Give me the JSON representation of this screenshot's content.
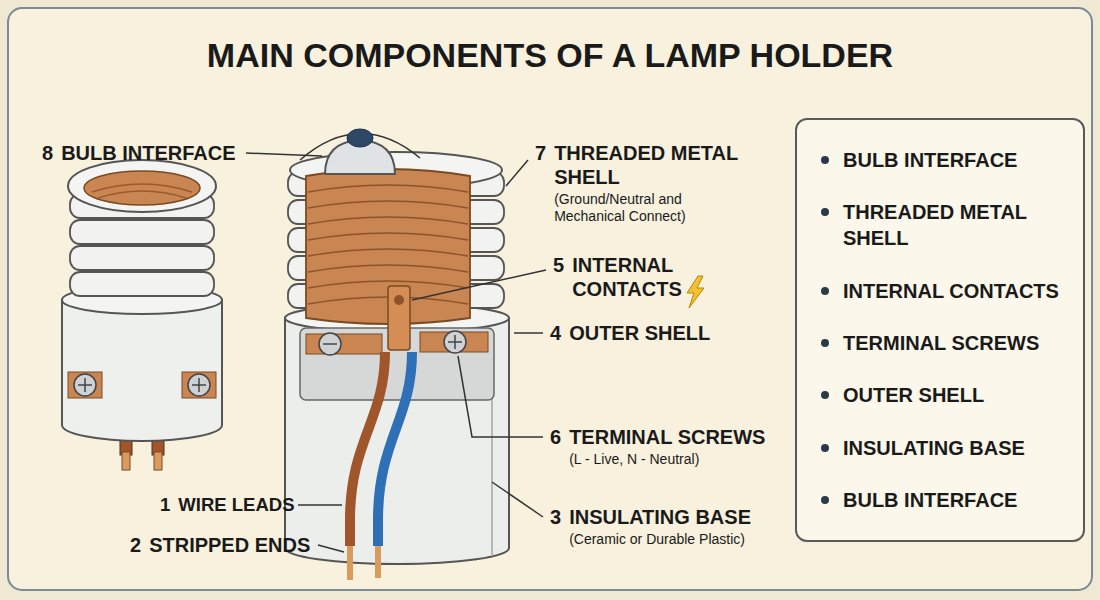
{
  "diagram": {
    "title": "MAIN COMPONENTS OF A LAMP HOLDER",
    "nodes": [
      {
        "text": [
          "BULB INTERFACE",
          "THREADED METAL SHELL",
          "INTERNAL CONTACTS",
          "TERMINAL SCREWS",
          "OUTER SHELL",
          "INSULATING BASE",
          "BULB INTERFACE"
        ]
      }
    ],
    "labels": [
      "8",
      "BULB INTERFACE",
      "7",
      "THREADED METAL SHELL",
      "(Ground/Neutral and Mechanical Connect)",
      "5",
      "INTERNAL CONTACTS",
      "4",
      "OUTER SHELL",
      "6",
      "TERMINAL SCREWS",
      "(L - Live, N - Neutral)",
      "1",
      "WIRE LEADS",
      "2",
      "STRIPPED ENDS",
      "3",
      "INSULATING BASE",
      "(Ceramic or Durable Plastic)"
    ]
  }
}
